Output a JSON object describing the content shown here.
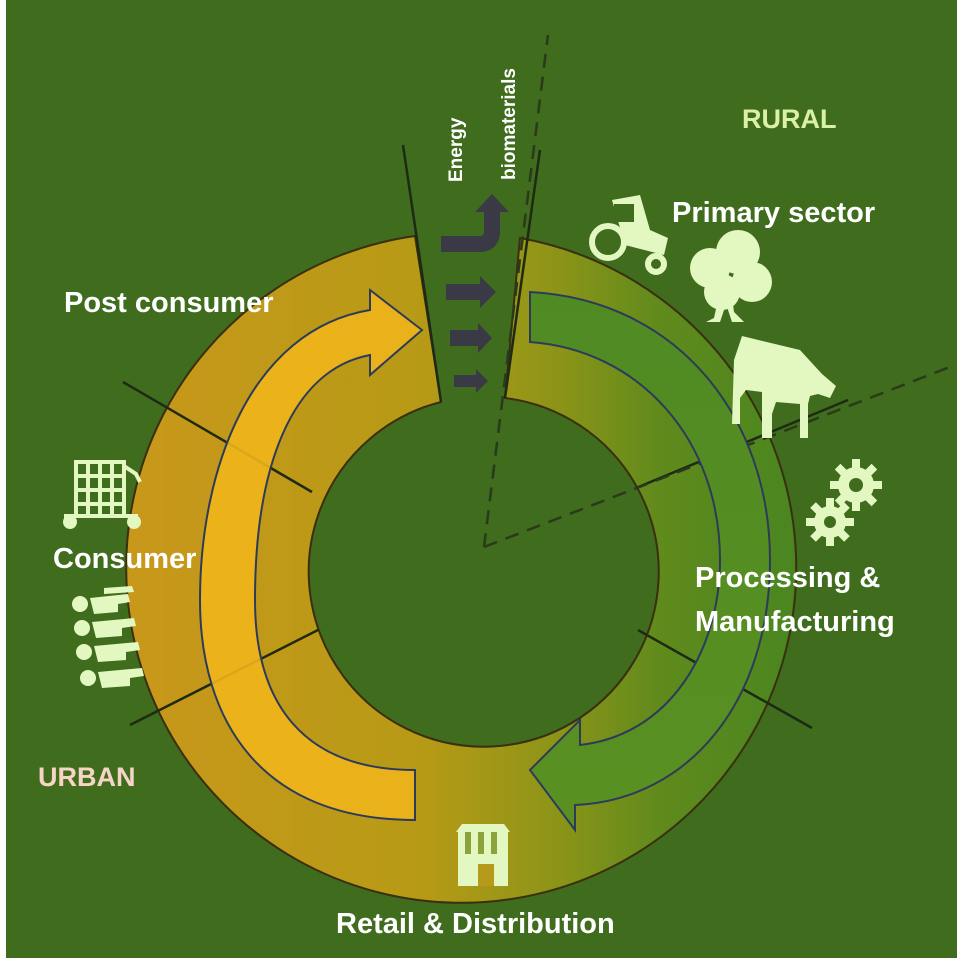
{
  "diagram": {
    "zones": {
      "rural": "RURAL",
      "urban": "URBAN"
    },
    "stages": {
      "primary_sector": "Primary sector",
      "processing_line1": "Processing &",
      "processing_line2": "Manufacturing",
      "retail": "Retail & Distribution",
      "consumer": "Consumer",
      "post_consumer": "Post consumer"
    },
    "outflow": {
      "line1": "Energy",
      "line2": "biomaterials"
    },
    "icons": [
      "tractor-icon",
      "tree-icon",
      "cow-icon",
      "gears-icon",
      "storefront-icon",
      "shopping-cart-icon",
      "people-icon",
      "curved-up-arrow-icon",
      "flow-arrow-icon"
    ],
    "colors": {
      "background": "#3d6b1c",
      "ring_gold": "#c19a1e",
      "ring_green": "#4f8a1c",
      "arrow_yellow": "#f2b318",
      "arrow_green": "#4e8a21",
      "text_white": "#ffffff",
      "text_light_green": "#d7f0a2",
      "text_pink": "#f7d4c4",
      "icon_light_green": "#e3f7c0",
      "dark_arrow": "#3b3b45"
    }
  }
}
